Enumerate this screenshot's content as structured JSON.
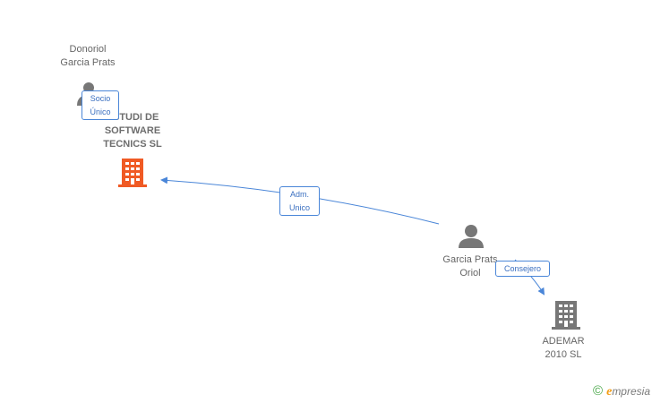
{
  "nodes": {
    "donoriol": {
      "type": "person",
      "line1": "Donoriol",
      "line2": "Garcia Prats"
    },
    "estudi": {
      "type": "company",
      "line1": "ESTUDI DE",
      "line2": "SOFTWARE",
      "line3": "TECNICS SL",
      "color": "#f05a24"
    },
    "garcia_prats_oriol": {
      "type": "person",
      "line1": "Garcia Prats",
      "line2": "Oriol"
    },
    "ademar": {
      "type": "company",
      "line1": "ADEMAR",
      "line2": "2010 SL",
      "color": "#777777"
    }
  },
  "edges": [
    {
      "from": "donoriol",
      "to": "estudi",
      "label_line1": "Socio",
      "label_line2": "Único"
    },
    {
      "from": "garcia_prats_oriol",
      "to": "estudi",
      "label_line1": "Adm.",
      "label_line2": "Unico"
    },
    {
      "from": "garcia_prats_oriol",
      "to": "ademar",
      "label_line1": "Consejero",
      "label_line2": ""
    }
  ],
  "colors": {
    "edge": "#4a86d8",
    "person_icon": "#777777",
    "label_text": "#666666"
  },
  "brand": {
    "copyright_symbol": "©",
    "e_letter": "e",
    "rest": "mpresia"
  }
}
